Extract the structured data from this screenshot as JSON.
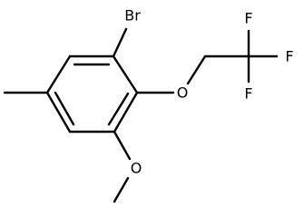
{
  "molecule": {
    "atoms": {
      "bromine": "Br",
      "ether_oxygen": "O",
      "methoxy_oxygen": "O",
      "fluorine_top": "F",
      "fluorine_right": "F",
      "fluorine_bottom": "F"
    },
    "colors": {
      "bond": "#000000",
      "label": "#000000",
      "background": "#ffffff"
    }
  }
}
